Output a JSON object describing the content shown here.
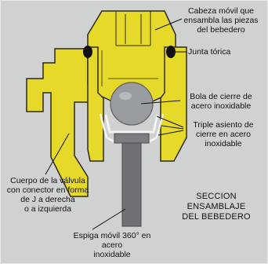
{
  "colors": {
    "background": "#cfd2d1",
    "body_yellow": "#e7d92a",
    "outline": "#2d2a12",
    "steel_ball": "#9a9d9f",
    "steel_stem": "#6e7073",
    "o_ring": "#111111"
  },
  "labels": {
    "cabeza": "Cabeza móvil que\nensambla las piezas\ndel bebedero",
    "junta": "Junta tórica",
    "bola": "Bola de cierre de\nacero inoxidable",
    "triple": "Triple asiento de\ncierre en acero\ninoxidable",
    "cuerpo": "Cuerpo de la válvula\ncon conector en forma\nde J a derecha\no a izquierda",
    "seccion": "SECCION\nENSAMBLAJE\nDEL BEBEDERO",
    "espiga": "Espiga móvil 360° en\nacero\ninoxidable"
  }
}
